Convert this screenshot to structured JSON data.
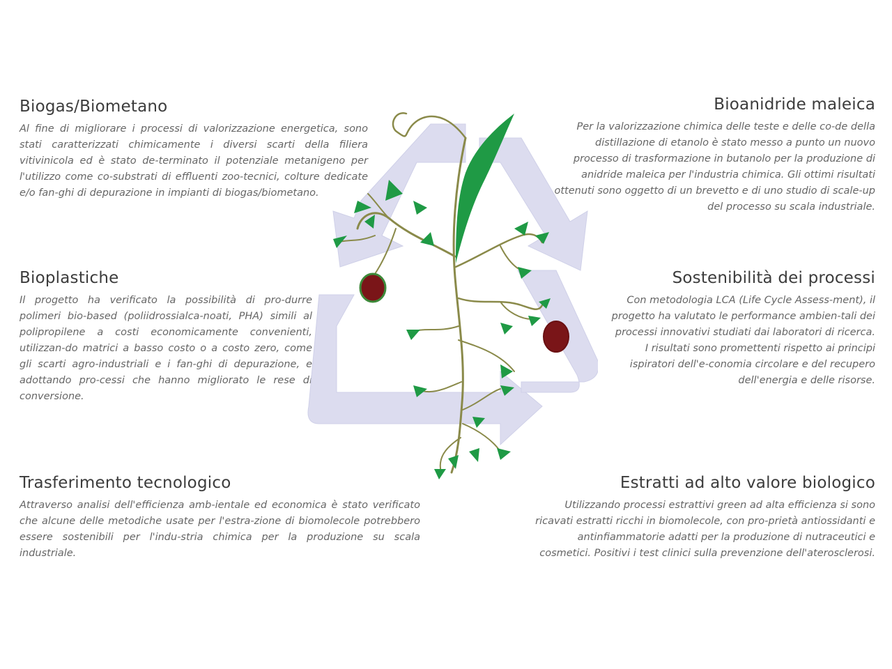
{
  "sections": {
    "biogas": {
      "title": "Biogas/Biometano",
      "text": "Al fine di migliorare i processi di valorizzazione energetica, sono stati caratterizzati chimicamente i diversi scarti della filiera vitivinicola ed è stato de-terminato il potenziale metanigeno per l'utilizzo come co-substrati di effluenti zoo-tecnici, colture dedicate e/o fan-ghi di depurazione in impianti di biogas/biometano."
    },
    "bioplastiche": {
      "title": "Bioplastiche",
      "text": "Il progetto ha verificato la possibilità di pro-durre polimeri bio-based (poliidrossialca-noati, PHA) simili al polipropilene a costi economicamente convenienti, utilizzan-do matrici a basso costo o a costo zero, come gli scarti agro-industriali e i fan-ghi di depurazione, e adottando pro-cessi che hanno migliorato le rese di conversione."
    },
    "trasferimento": {
      "title": "Trasferimento tecnologico",
      "text": "Attraverso analisi dell'efficienza amb-ientale ed economica è stato verificato che alcune delle metodiche usate per l'estra-zione di biomolecole potrebbero essere sostenibili per l'indu-stria chimica per la produzione su scala industriale."
    },
    "bioanidride": {
      "title": "Bioanidride maleica",
      "text": "Per la valorizzazione chimica delle teste e delle co-de della distillazione di etanolo è stato messo a punto un nuovo processo di trasformazione in butanolo per la produzione di anidride maleica per l'industria chimica. Gli ottimi risultati ottenuti sono oggetto di un brevetto e di uno studio di scale-up del processo su scala industriale."
    },
    "sostenibilita": {
      "title": "Sostenibilità dei processi",
      "text": "Con metodologia LCA (Life Cycle Assess-ment), il progetto ha valutato le performance ambien-tali dei processi innovativi studiati dai laboratori di ricerca. I risultati sono promettenti rispetto ai principi ispiratori dell'e-conomia circolare e del recupero dell'energia e delle risorse."
    },
    "estratti": {
      "title": "Estratti ad alto valore biologico",
      "text": "Utilizzando processi estrattivi green ad alta efficienza si sono ricavati estratti ricchi in biomolecole, con pro-prietà antiossidanti e antinfiammatorie adatti per la produzione di nutraceutici e cosmetici. Positivi i test clinici sulla prevenzione dell'aterosclerosi."
    }
  },
  "graphic": {
    "icon": "recycle-vine-icon",
    "recycle_color": "#dcdcef",
    "leaf_color": "#1f9a45",
    "stem_color": "#8a8a4a",
    "grape_color": "#7a1518"
  }
}
